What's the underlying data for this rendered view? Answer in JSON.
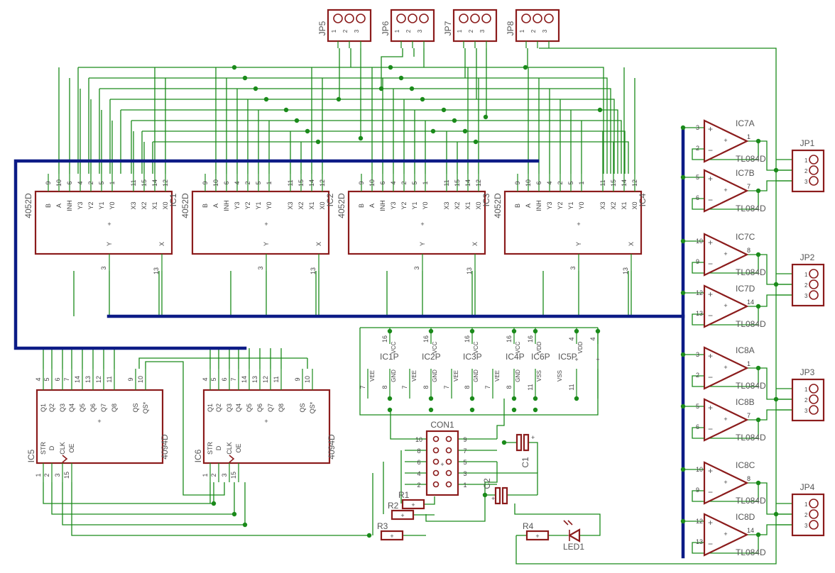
{
  "mux": [
    {
      "name": "IC1",
      "type": "4052D"
    },
    {
      "name": "IC2",
      "type": "4052D"
    },
    {
      "name": "IC3",
      "type": "4052D"
    },
    {
      "name": "IC4",
      "type": "4052D"
    }
  ],
  "mux_pins_top": [
    "9",
    "10",
    "6",
    "4",
    "2",
    "5",
    "1",
    "11",
    "15",
    "14",
    "12"
  ],
  "mux_pin_labels": [
    "B",
    "A",
    "INH",
    "Y3",
    "Y2",
    "Y1",
    "Y0",
    "X3",
    "X2",
    "X1",
    "X0"
  ],
  "mux_bottom": {
    "y": "Y",
    "x": "X",
    "y_pin": "3",
    "x_pin": "13"
  },
  "shift": [
    {
      "name": "IC5",
      "type": "4094D"
    },
    {
      "name": "IC6",
      "type": "4094D"
    }
  ],
  "shift_pins_top": [
    "4",
    "5",
    "6",
    "7",
    "14",
    "13",
    "12",
    "11",
    "9",
    "10"
  ],
  "shift_pin_labels": [
    "Q1",
    "Q2",
    "Q3",
    "Q4",
    "Q5",
    "Q6",
    "Q7",
    "Q8",
    "QS",
    "QS*"
  ],
  "shift_pins_bottom": [
    "1",
    "2",
    "3",
    "15"
  ],
  "shift_bottom_labels": [
    "STR",
    "D",
    "CLK",
    "OE"
  ],
  "power": {
    "pins_top": [
      "16",
      "16",
      "16",
      "16",
      "16",
      "4",
      "4"
    ],
    "labels_top": [
      "VCC",
      "VCC",
      "VCC",
      "VCC",
      "VDD",
      "VDD"
    ],
    "names": [
      "IC1P",
      "IC2P",
      "IC3P",
      "IC4P",
      "IC6P",
      "IC5P"
    ],
    "pins_bottom": [
      "7",
      "8",
      "7",
      "8",
      "7",
      "8",
      "7",
      "8",
      "11",
      "11"
    ],
    "labels_bottom": [
      "VEE",
      "GND",
      "VEE",
      "GND",
      "VEE",
      "GND",
      "VEE",
      "GND",
      "VSS",
      "VSS"
    ]
  },
  "opamps": [
    {
      "name": "IC7A",
      "in_plus": "3",
      "in_minus": "2",
      "out": "1",
      "type": "TL084D"
    },
    {
      "name": "IC7B",
      "in_plus": "5",
      "in_minus": "6",
      "out": "7",
      "type": "TL084D"
    },
    {
      "name": "IC7C",
      "in_plus": "10",
      "in_minus": "9",
      "out": "8",
      "type": "TL084D"
    },
    {
      "name": "IC7D",
      "in_plus": "12",
      "in_minus": "13",
      "out": "14",
      "type": "TL084D"
    },
    {
      "name": "IC8A",
      "in_plus": "3",
      "in_minus": "2",
      "out": "1",
      "type": "TL084D"
    },
    {
      "name": "IC8B",
      "in_plus": "5",
      "in_minus": "6",
      "out": "7",
      "type": "TL084D"
    },
    {
      "name": "IC8C",
      "in_plus": "10",
      "in_minus": "9",
      "out": "8",
      "type": "TL084D"
    },
    {
      "name": "IC8D",
      "in_plus": "12",
      "in_minus": "13",
      "out": "14",
      "type": "TL084D"
    }
  ],
  "opamp_signs": {
    "plus": "+",
    "minus": "−"
  },
  "jumpers_top": [
    "JP5",
    "JP6",
    "JP7",
    "JP8"
  ],
  "jumpers_right": [
    "JP1",
    "JP2",
    "JP3",
    "JP4"
  ],
  "jumper_pins": [
    "1",
    "2",
    "3"
  ],
  "connector": {
    "name": "CON1",
    "pins_left": [
      "10",
      "8",
      "6",
      "4",
      "2"
    ],
    "pins_right": [
      "9",
      "7",
      "5",
      "3",
      "1"
    ]
  },
  "resistors": [
    "R1",
    "R2",
    "R3",
    "R4"
  ],
  "caps": [
    "C1",
    "C2"
  ],
  "cap_plus": "+",
  "led": "LED1",
  "origin_mark": "+"
}
